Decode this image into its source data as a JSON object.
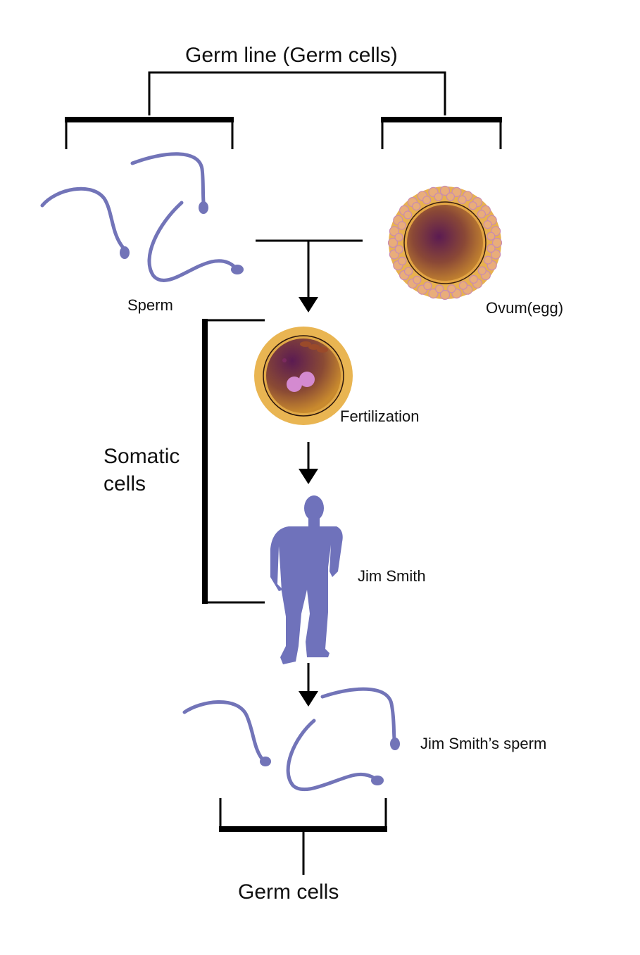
{
  "title": "Germ line (Germ cells)",
  "labels": {
    "sperm": "Sperm",
    "ovum": "Ovum(egg)",
    "fertilization": "Fertilization",
    "somatic_line1": "Somatic",
    "somatic_line2": "cells",
    "person": "Jim Smith",
    "person_sperm": "Jim Smith’s sperm",
    "bottom": "Germ cells"
  },
  "colors": {
    "line": "#000000",
    "sperm": "#7274b8",
    "person": "#6f72bb",
    "egg_outer": "#e8b14f",
    "egg_inner_dark": "#5b1b52",
    "egg_inner_light": "#c5852f"
  }
}
